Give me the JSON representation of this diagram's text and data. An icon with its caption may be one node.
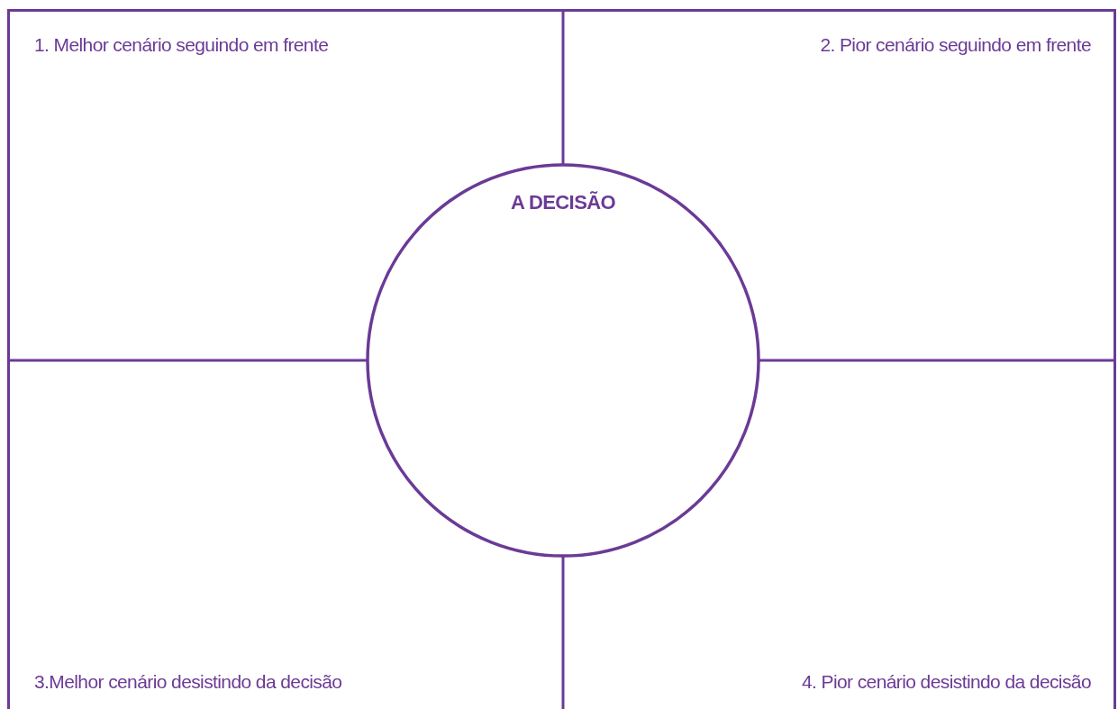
{
  "diagram": {
    "nodes": [
      {
        "text": [
          "1. Melhor cenário seguindo em frente"
        ]
      },
      {
        "text": [
          "2. Pior cenário seguindo em frente"
        ]
      },
      {
        "text": [
          "A DECISÃO"
        ]
      },
      {
        "text": [
          "3.Melhor cenário desistindo da decisão"
        ]
      },
      {
        "text": [
          "4. Pior cenário desistindo da decisão"
        ]
      }
    ]
  }
}
